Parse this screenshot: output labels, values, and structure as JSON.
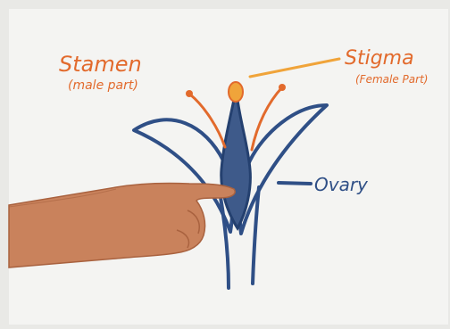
{
  "labels": {
    "stamen": "Stamen",
    "stamen_note": "(male part)",
    "stigma": "Stigma",
    "stigma_note": "(Female Part)",
    "ovary": "Ovary"
  },
  "colors": {
    "board": "#f3f3f1",
    "ink_orange": "#e26a2c",
    "ink_blue": "#2f4f86",
    "pollen": "#f0a43a",
    "skin": "#c9825c",
    "skin_shadow": "#a9623f"
  }
}
